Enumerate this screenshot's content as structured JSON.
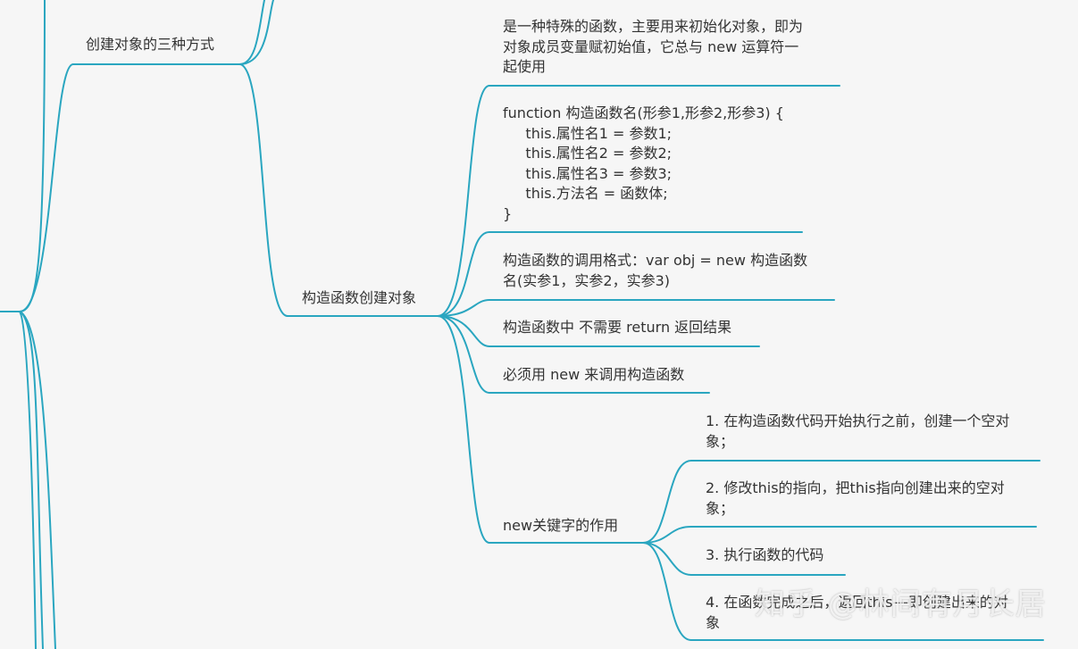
{
  "colors": {
    "background": "#f6f6f6",
    "connector": "#2aa6c0",
    "text": "#333333",
    "watermark": "#ffffff"
  },
  "topics": {
    "three_ways": "创建对象的三种方式",
    "constructor_create": "构造函数创建对象"
  },
  "constructor_branches": {
    "definition": [
      "是一种特殊的函数，主要用来初始化对象，即为",
      "对象成员变量赋初始值，它总与 new 运算符一",
      "起使用"
    ],
    "syntax": [
      "function 构造函数名(形参1,形参2,形参3) {",
      "     this.属性名1 = 参数1;",
      "     this.属性名2 = 参数2;",
      "     this.属性名3 = 参数3;",
      "     this.方法名 = 函数体;",
      "}"
    ],
    "call_format": [
      "构造函数的调用格式：var obj = new 构造函数",
      "名(实参1，实参2，实参3)"
    ],
    "no_return": "构造函数中 不需要 return 返回结果",
    "must_new": "必须用 new 来调用构造函数",
    "new_keyword": "new关键字的作用"
  },
  "new_keyword_steps": [
    [
      "1. 在构造函数代码开始执行之前，创建一个空对",
      "象；"
    ],
    [
      "2. 修改this的指向，把this指向创建出来的空对",
      "象；"
    ],
    [
      "3. 执行函数的代码"
    ],
    [
      "4. 在函数完成之后，返回this---即创建出来的对",
      "象"
    ]
  ],
  "watermark": "知乎 @林间有月长居"
}
